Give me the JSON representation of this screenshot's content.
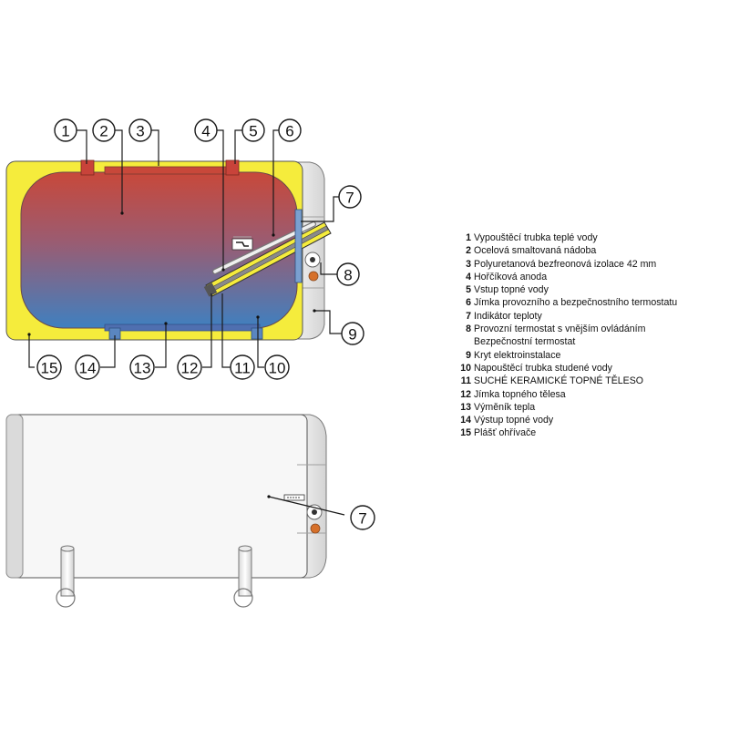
{
  "legend": [
    {
      "num": "1",
      "text": "Vypouštěcí trubka teplé vody"
    },
    {
      "num": "2",
      "text": "Ocelová smaltovaná nádoba"
    },
    {
      "num": "3",
      "text": "Polyuretanová bezfreonová izolace 42 mm"
    },
    {
      "num": "4",
      "text": "Hořčíková anoda"
    },
    {
      "num": "5",
      "text": "Vstup topné vody"
    },
    {
      "num": "6",
      "text": "Jímka provozního a bezpečnostního termostatu"
    },
    {
      "num": "7",
      "text": "Indikátor teploty"
    },
    {
      "num": "8",
      "text": "Provozní termostat s vnějším ovládáním",
      "extra": "Bezpečnostní termostat"
    },
    {
      "num": "9",
      "text": "Kryt elektroinstalace"
    },
    {
      "num": "10",
      "text": "Napouštěcí trubka studené vody"
    },
    {
      "num": "11",
      "text": "SUCHÉ KERAMICKÉ TOPNÉ TĚLESO"
    },
    {
      "num": "12",
      "text": "Jímka topného tělesa"
    },
    {
      "num": "13",
      "text": "Výměník tepla"
    },
    {
      "num": "14",
      "text": "Výstup topné vody"
    },
    {
      "num": "15",
      "text": "Plášť ohřívače"
    }
  ],
  "callouts": [
    "1",
    "2",
    "3",
    "4",
    "5",
    "6",
    "7",
    "8",
    "9",
    "10",
    "11",
    "12",
    "13",
    "14",
    "15",
    "7"
  ],
  "colors": {
    "insulation": "#f5ec3c",
    "tank_hot": "#c8483a",
    "tank_cold": "#3f80c0",
    "pipe": "#5a86c0",
    "pipe_red": "#c8433a",
    "casing": "#f7f7f7",
    "end_cap": "#dcdcdc",
    "outline": "#444444"
  }
}
